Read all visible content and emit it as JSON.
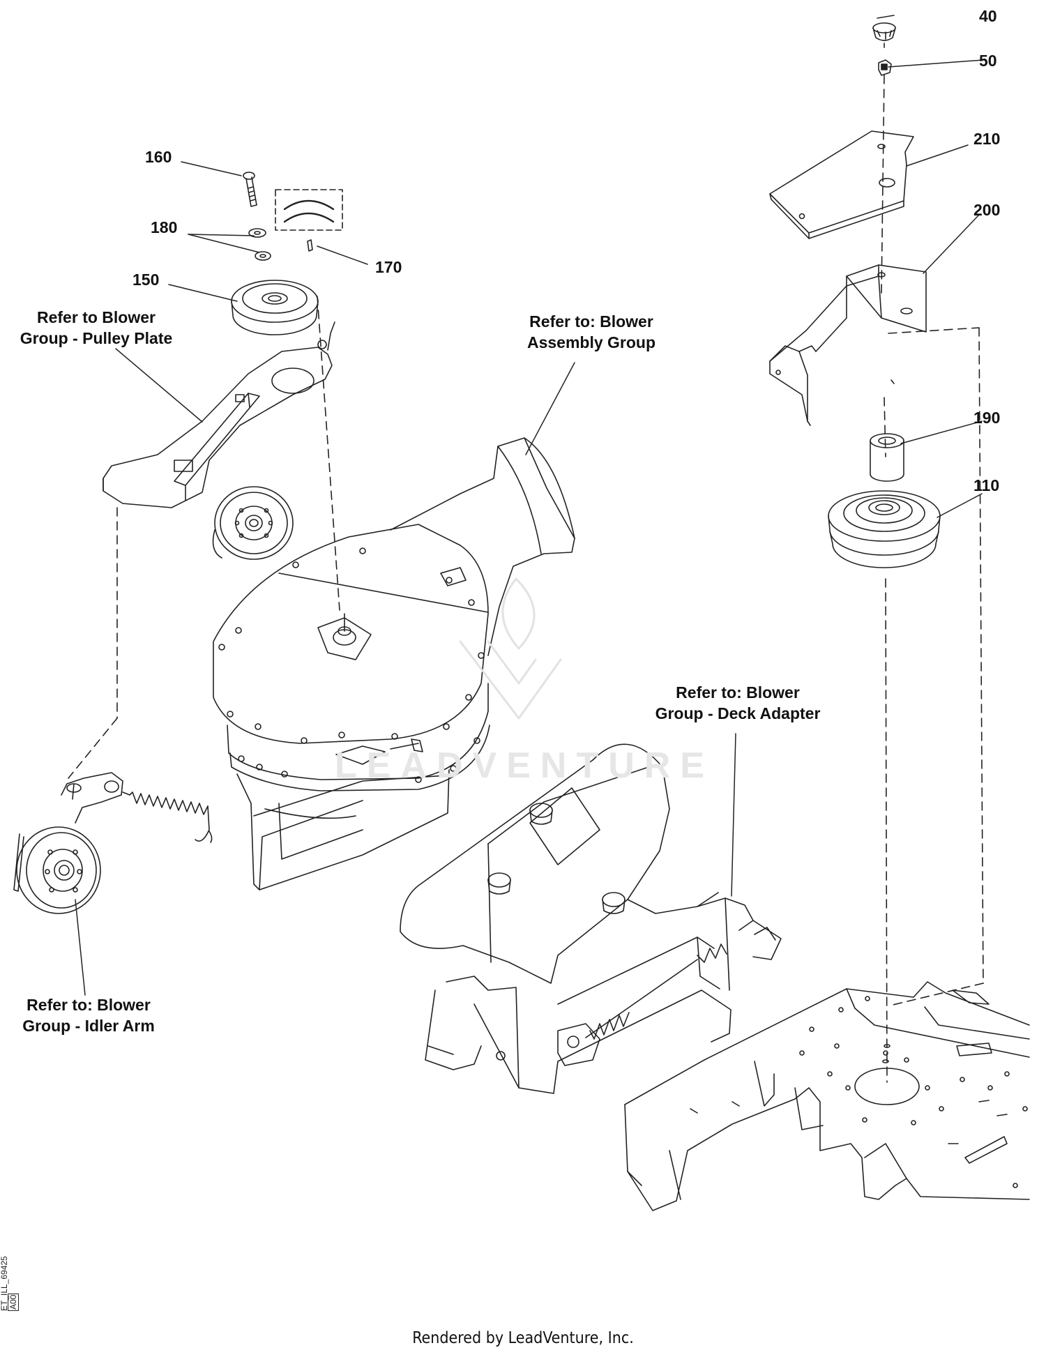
{
  "callouts": {
    "c40": "40",
    "c50": "50",
    "c210": "210",
    "c200": "200",
    "c190": "190",
    "c110": "110",
    "c160": "160",
    "c180": "180",
    "c170": "170",
    "c150": "150"
  },
  "references": {
    "pulley_plate": [
      "Refer to Blower",
      "Group - Pulley Plate"
    ],
    "assembly_group": [
      "Refer to: Blower",
      "Assembly Group"
    ],
    "deck_adapter": [
      "Refer to: Blower",
      "Group - Deck Adapter"
    ],
    "idler_arm": [
      "Refer to: Blower",
      "Group - Idler Arm"
    ]
  },
  "watermark": "LEADVENTURE",
  "footer": "Rendered by LeadVenture, Inc.",
  "drawing_code": {
    "line1": "ET_ILL_69425",
    "line2": "A00"
  }
}
